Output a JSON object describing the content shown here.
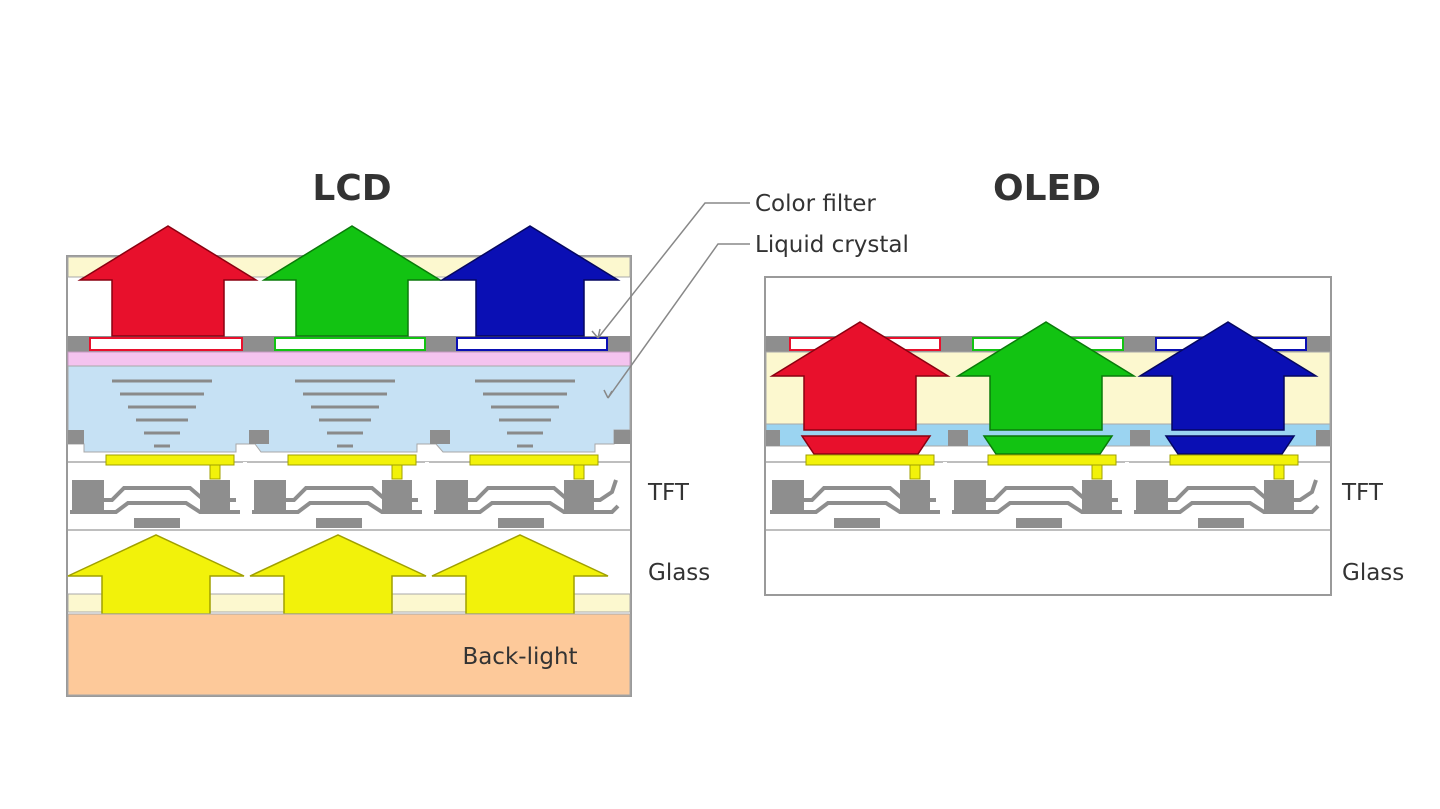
{
  "lcd": {
    "title": "LCD"
  },
  "oled": {
    "title": "OLED"
  },
  "labels": {
    "color_filter": "Color filter",
    "liquid_crystal": "Liquid crystal",
    "tft_lcd": "TFT",
    "glass_lcd": "Glass",
    "backlight": "Back-light",
    "tft_oled": "TFT",
    "glass_oled": "Glass"
  },
  "colors": {
    "red": "#e8102c",
    "green": "#12c312",
    "blue": "#0a0fb4",
    "yellow": "#f2f20a",
    "cream": "#fcf8cf",
    "lightblue": "#c6e1f4",
    "pink": "#f4c3ef",
    "backlight": "#fdc99a",
    "gray": "#8e8e8e",
    "oled_blue": "#9bd4f1"
  }
}
